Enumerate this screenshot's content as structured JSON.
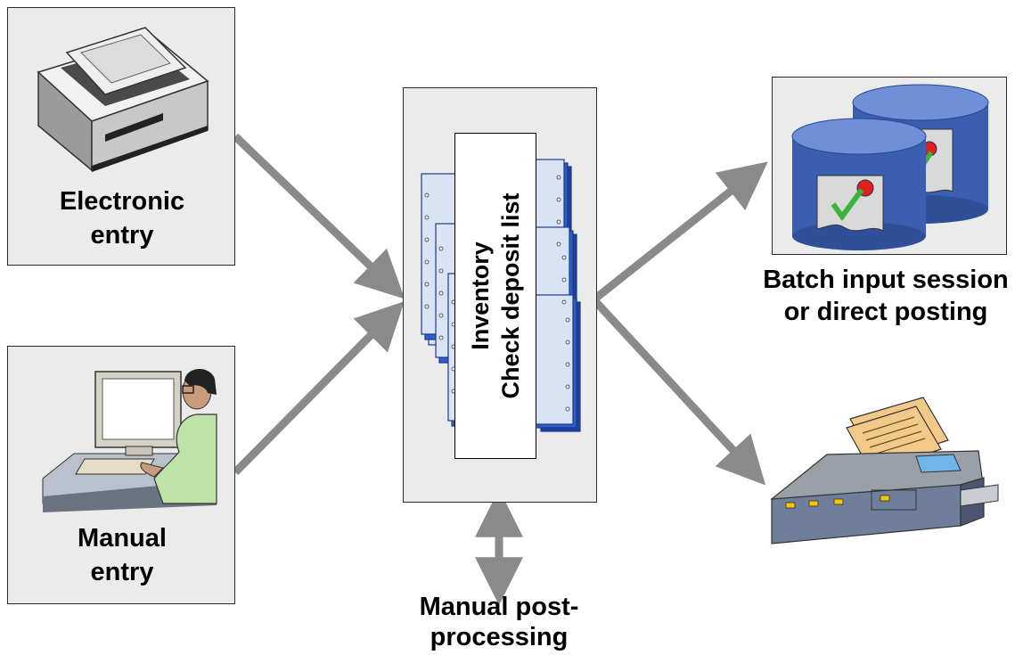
{
  "nodes": {
    "electronic_entry": {
      "line1": "Electronic",
      "line2": "entry",
      "icon": "scanner-icon"
    },
    "manual_entry": {
      "line1": "Manual",
      "line2": "entry",
      "icon": "person-at-computer-icon"
    },
    "center": {
      "line1": "Inventory",
      "line2": "Check deposit list",
      "icon": "document-stack-icon"
    },
    "batch": {
      "line1": "Batch input session",
      "line2": "or direct posting",
      "icon": "database-icon"
    },
    "printer": {
      "icon": "printer-icon"
    },
    "post": {
      "line1": "Manual post-",
      "line2": "processing"
    }
  },
  "colors": {
    "arrow": "#8a8a8a",
    "box_fill": "#ebebeb",
    "db_blue": "#3a5fb0",
    "paper_blue": "#d8e4f4",
    "check_green": "#3bb33b",
    "printer_paper": "#f3c98a"
  }
}
